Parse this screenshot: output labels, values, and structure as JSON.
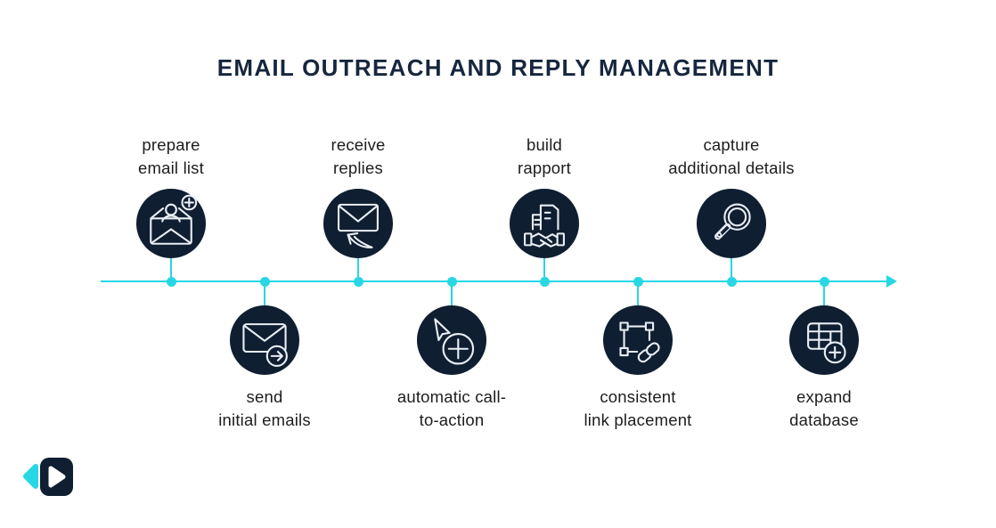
{
  "title": "EMAIL OUTREACH AND REPLY MANAGEMENT",
  "colors": {
    "accent-cyan": "#27d7e4",
    "circle-navy": "#0f1e31",
    "title-navy": "#16263e",
    "label-text": "#1d1d1f",
    "icon-stroke": "#e9eef4",
    "background": "#ffffff"
  },
  "timeline": {
    "direction": "left-to-right",
    "arrow_end": "right",
    "step_count": 8
  },
  "steps": [
    {
      "label_line1": "prepare",
      "label_line2": "email list",
      "icon": "envelope-add-contact-icon",
      "position": "above"
    },
    {
      "label_line1": "send",
      "label_line2": "initial emails",
      "icon": "envelope-send-icon",
      "position": "below"
    },
    {
      "label_line1": "receive",
      "label_line2": "replies",
      "icon": "envelope-reply-icon",
      "position": "above"
    },
    {
      "label_line1": "automatic call-",
      "label_line2": "to-action",
      "icon": "cursor-plus-icon",
      "position": "below"
    },
    {
      "label_line1": "build",
      "label_line2": "rapport",
      "icon": "buildings-handshake-icon",
      "position": "above"
    },
    {
      "label_line1": "consistent",
      "label_line2": "link placement",
      "icon": "selection-frame-link-icon",
      "position": "below"
    },
    {
      "label_line1": "capture",
      "label_line2": "additional details",
      "icon": "magnifier-icon",
      "position": "above"
    },
    {
      "label_line1": "expand",
      "label_line2": "database",
      "icon": "table-add-icon",
      "position": "below"
    }
  ],
  "logo": {
    "shapes": "cyan left triangle beside navy rounded square containing white right triangle"
  }
}
